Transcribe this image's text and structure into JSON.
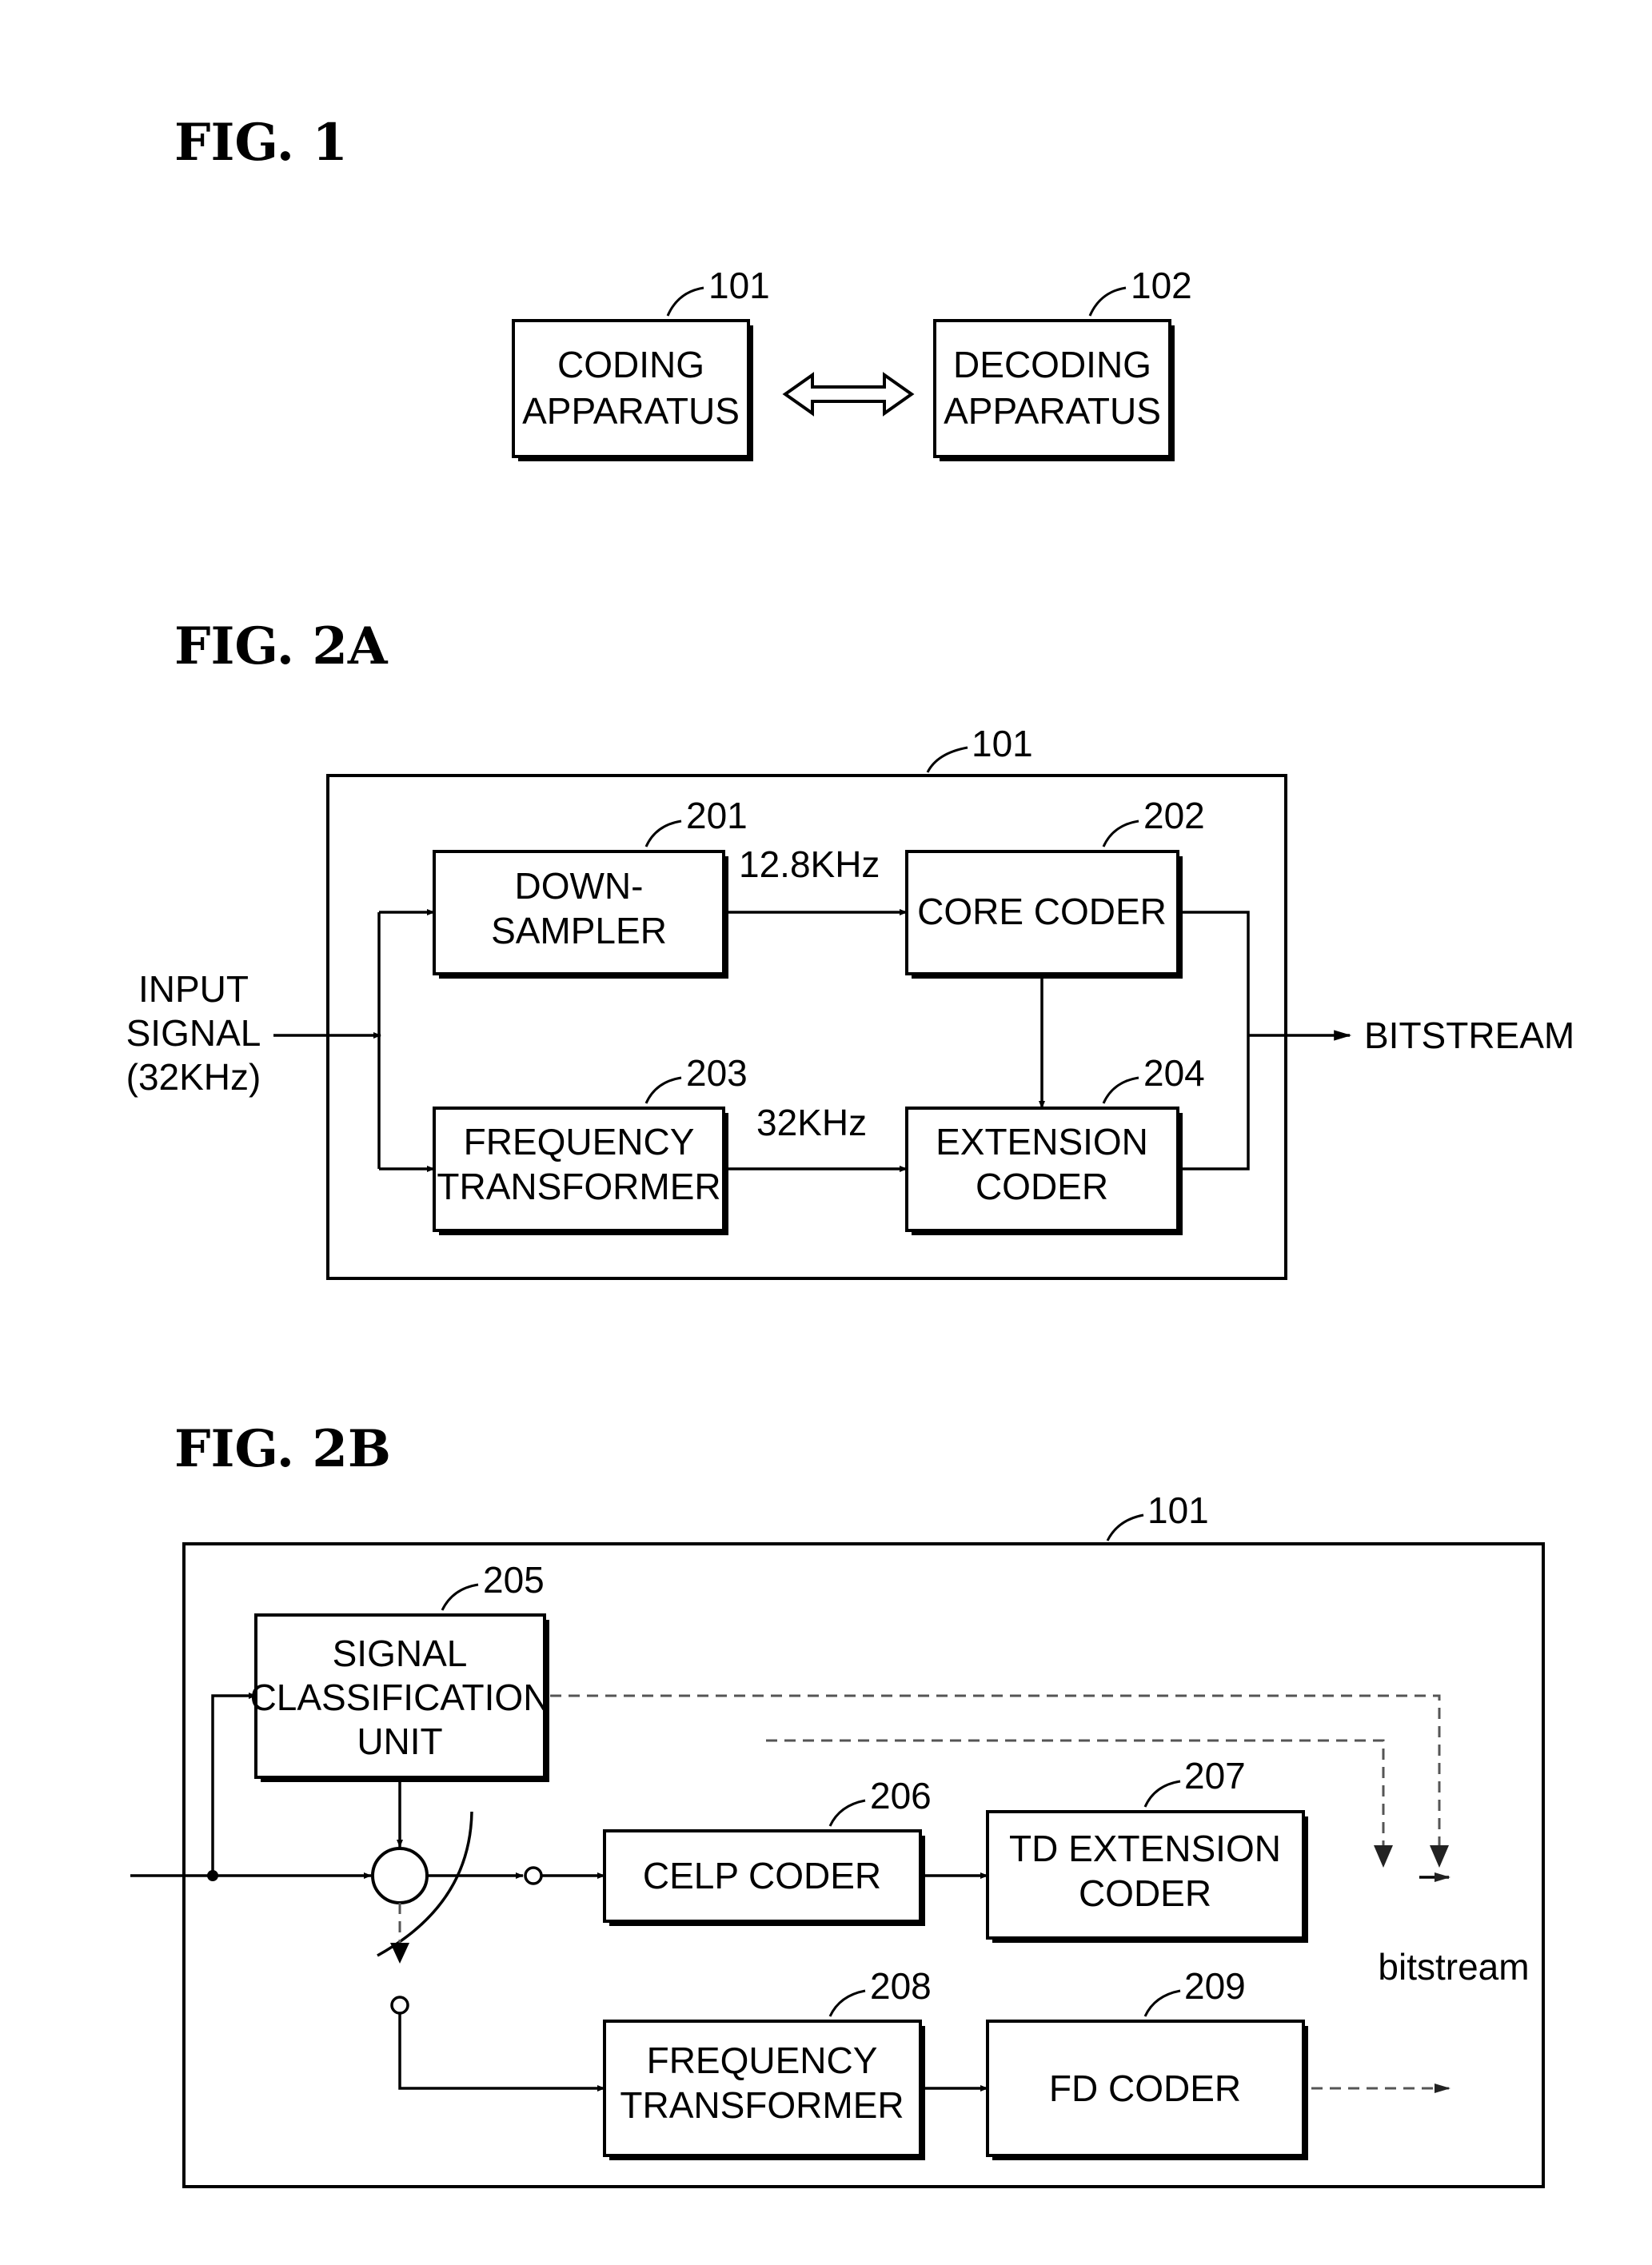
{
  "fig1": {
    "title": "FIG. 1",
    "coding": {
      "ref": "101",
      "lines": [
        "CODING",
        "APPARATUS"
      ]
    },
    "decoding": {
      "ref": "102",
      "lines": [
        "DECODING",
        "APPARATUS"
      ]
    }
  },
  "fig2a": {
    "title": "FIG. 2A",
    "frame_ref": "101",
    "downsampler": {
      "ref": "201",
      "lines": [
        "DOWN-",
        "SAMPLER"
      ]
    },
    "core_coder": {
      "ref": "202",
      "lines": [
        "CORE CODER"
      ]
    },
    "freq_transformer": {
      "ref": "203",
      "lines": [
        "FREQUENCY",
        "TRANSFORMER"
      ]
    },
    "extension_coder": {
      "ref": "204",
      "lines": [
        "EXTENSION",
        "CODER"
      ]
    },
    "rate_low": "12.8KHz",
    "rate_high": "32KHz",
    "input_lines": [
      "INPUT",
      "SIGNAL",
      "(32KHz)"
    ],
    "output": "BITSTREAM"
  },
  "fig2b": {
    "title": "FIG. 2B",
    "frame_ref": "101",
    "classifier": {
      "ref": "205",
      "lines": [
        "SIGNAL",
        "CLASSIFICATION",
        "UNIT"
      ]
    },
    "celp_coder": {
      "ref": "206",
      "lines": [
        "CELP CODER"
      ]
    },
    "td_extension": {
      "ref": "207",
      "lines": [
        "TD EXTENSION",
        "CODER"
      ]
    },
    "freq_transformer": {
      "ref": "208",
      "lines": [
        "FREQUENCY",
        "TRANSFORMER"
      ]
    },
    "fd_coder": {
      "ref": "209",
      "lines": [
        "FD CODER"
      ]
    },
    "output": "bitstream"
  }
}
